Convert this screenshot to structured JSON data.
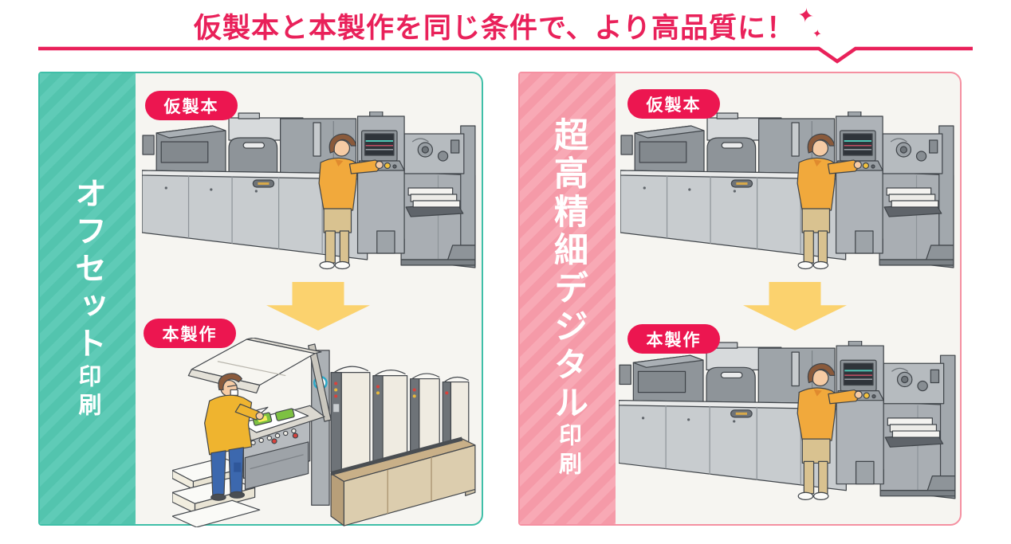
{
  "header": {
    "title": "仮製本と本製作を同じ条件で、より高品質に！",
    "sparkle_icon": "✦"
  },
  "colors": {
    "accent_crimson": "#E9215A",
    "badge_red": "#EC1650",
    "teal_border": "#3FBFA8",
    "teal_fill": "#53C4AE",
    "teal_stripe": "#5FCBB7",
    "pink_border": "#F590A1",
    "pink_fill": "#F59AA8",
    "pink_stripe": "#F8A9B5",
    "panel_bg": "#F6F5F1",
    "arrow_yellow": "#FBD26E"
  },
  "panels": [
    {
      "name": "offset-printing",
      "side_label_main": "オフセット",
      "side_label_sub": "印刷",
      "steps": [
        {
          "badge": "仮製本",
          "illustration": "digital-press-with-operator"
        },
        {
          "badge": "本製作",
          "illustration": "offset-press-with-operator"
        }
      ]
    },
    {
      "name": "ultra-high-definition-digital-printing",
      "side_label_main": "超高精細デジタル",
      "side_label_sub": "印刷",
      "steps": [
        {
          "badge": "仮製本",
          "illustration": "digital-press-with-operator"
        },
        {
          "badge": "本製作",
          "illustration": "digital-press-with-operator"
        }
      ]
    }
  ]
}
